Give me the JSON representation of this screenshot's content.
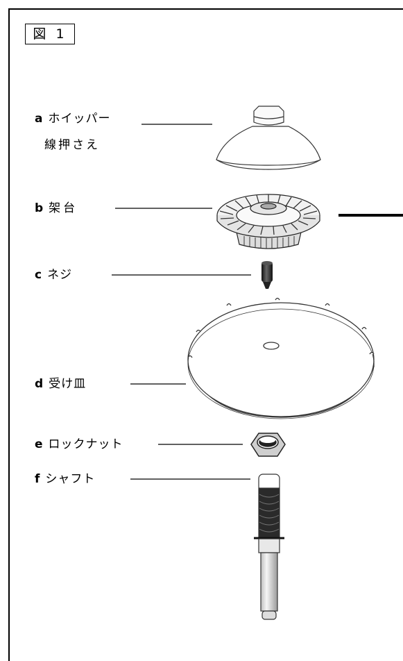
{
  "figure": {
    "label": "図 1"
  },
  "parts": [
    {
      "key": "a",
      "name": "ホイッパー",
      "name2": "線押さえ"
    },
    {
      "key": "b",
      "name": "架台"
    },
    {
      "key": "c",
      "name": "ネジ"
    },
    {
      "key": "d",
      "name": "受け皿"
    },
    {
      "key": "e",
      "name": "ロックナット"
    },
    {
      "key": "f",
      "name": "シャフト"
    }
  ]
}
